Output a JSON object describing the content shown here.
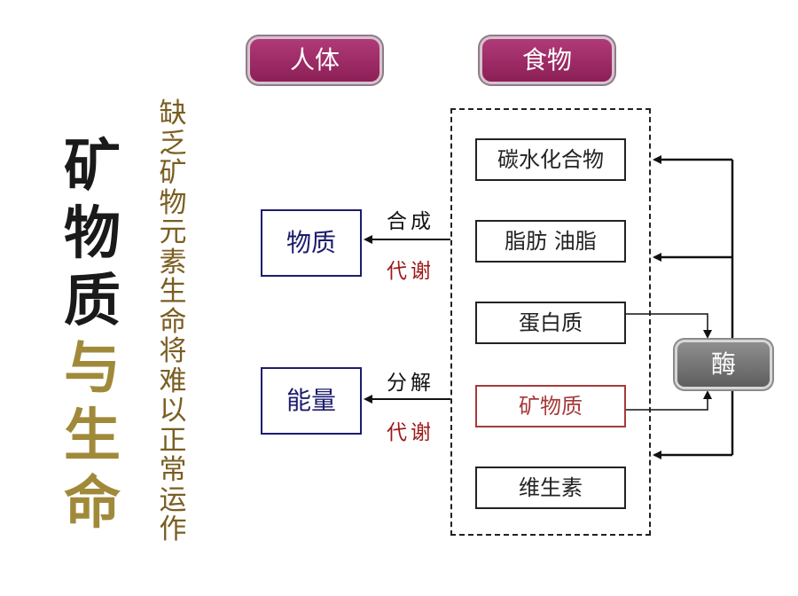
{
  "title": {
    "part1": "矿物质",
    "part2": "与生命"
  },
  "subtitle": "缺乏矿物元素生命将难以正常运作",
  "headers": {
    "body": "人体",
    "food": "食物"
  },
  "body_boxes": {
    "matter": "物质",
    "energy": "能量"
  },
  "arrow_labels": {
    "synthesis": "合成",
    "metabolism_top": "代谢",
    "decomposition": "分解",
    "metabolism_bottom": "代谢"
  },
  "food_items": [
    {
      "label": "碳水化合物"
    },
    {
      "label": "脂肪 油脂"
    },
    {
      "label": "蛋白质"
    },
    {
      "label": "矿物质"
    },
    {
      "label": "维生素"
    }
  ],
  "enzyme": "酶",
  "colors": {
    "header_fill": "#9c2a66",
    "body_box_text": "#1c1c6e",
    "highlight_red": "#a53a3a",
    "title_gold": "#a08a3a",
    "subtitle_brown": "#7a5e22",
    "enzyme_fill": "#777777"
  }
}
